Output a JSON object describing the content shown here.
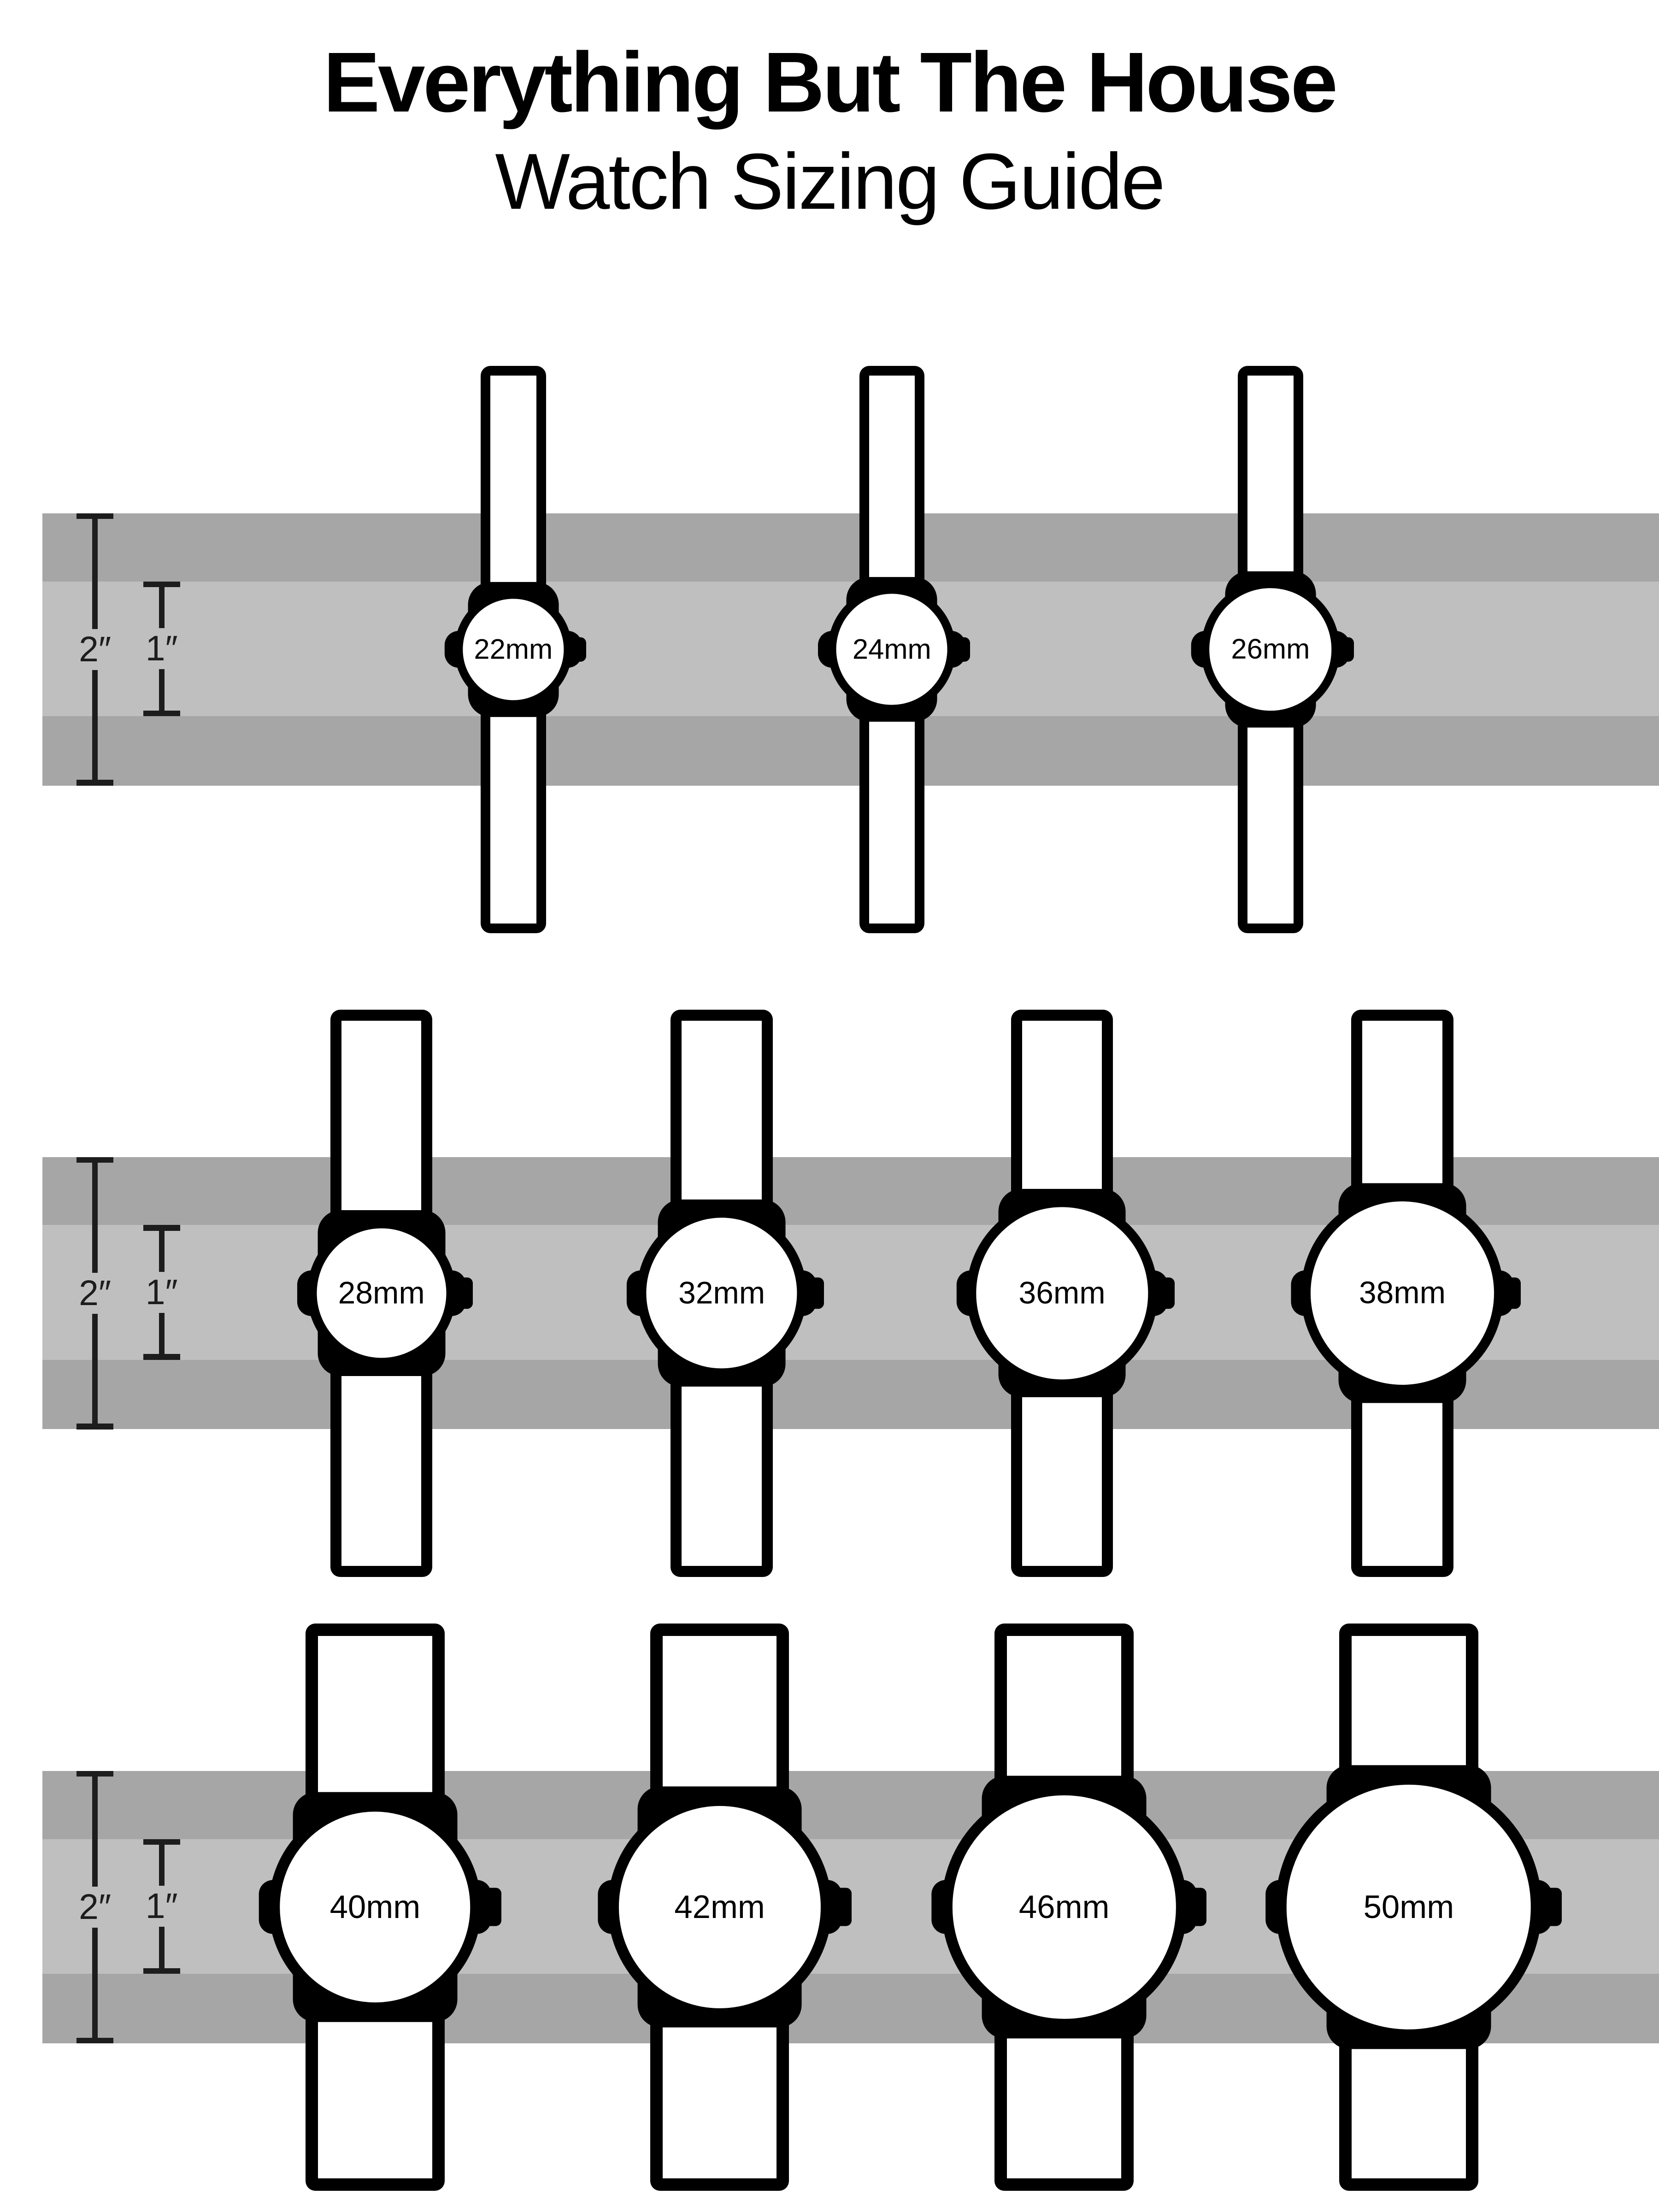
{
  "title": "Everything But The House",
  "subtitle": "Watch Sizing Guide",
  "colors": {
    "band_outer": "#a6a6a6",
    "band_inner": "#bfbfbf",
    "ink": "#000000",
    "paper": "#ffffff"
  },
  "rows": [
    {
      "ruler": {
        "outer_label": "2″",
        "inner_label": "1″"
      },
      "watches": [
        {
          "label": "22mm",
          "mm": 22
        },
        {
          "label": "24mm",
          "mm": 24
        },
        {
          "label": "26mm",
          "mm": 26
        }
      ]
    },
    {
      "ruler": {
        "outer_label": "2″",
        "inner_label": "1″"
      },
      "watches": [
        {
          "label": "28mm",
          "mm": 28
        },
        {
          "label": "32mm",
          "mm": 32
        },
        {
          "label": "36mm",
          "mm": 36
        },
        {
          "label": "38mm",
          "mm": 38
        }
      ]
    },
    {
      "ruler": {
        "outer_label": "2″",
        "inner_label": "1″"
      },
      "watches": [
        {
          "label": "40mm",
          "mm": 40
        },
        {
          "label": "42mm",
          "mm": 42
        },
        {
          "label": "46mm",
          "mm": 46
        },
        {
          "label": "50mm",
          "mm": 50
        }
      ]
    }
  ]
}
